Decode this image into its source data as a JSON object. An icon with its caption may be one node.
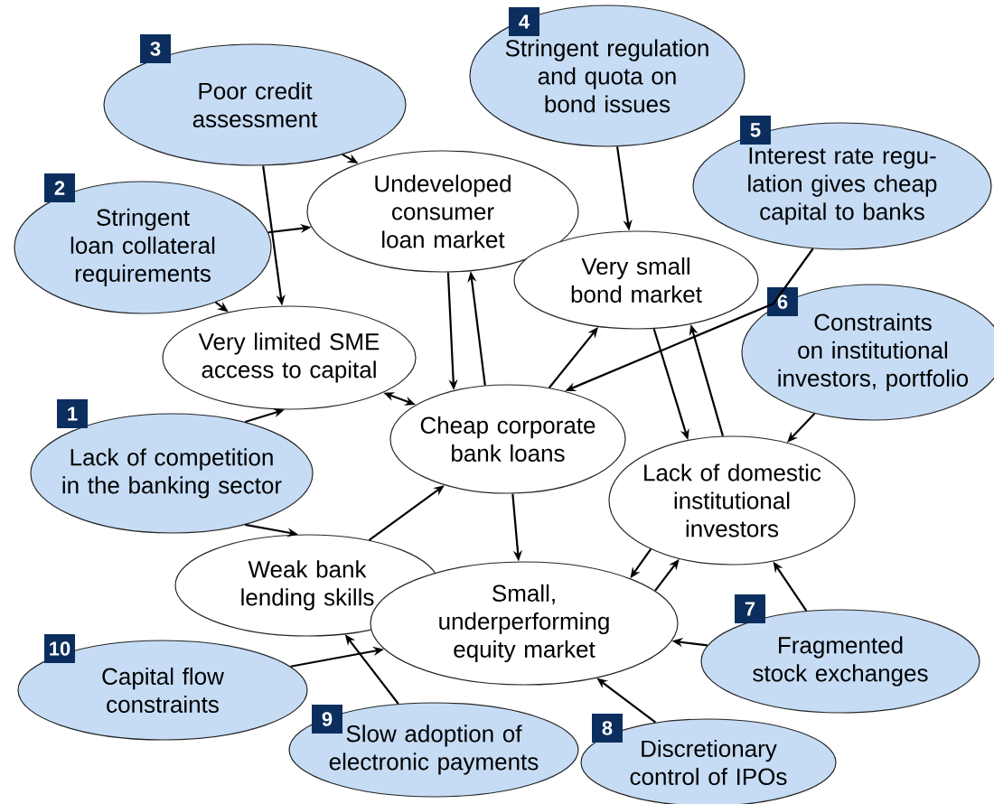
{
  "diagram": {
    "nodes": [
      {
        "text": [
          "3",
          "Poor credit assessment"
        ]
      },
      {
        "text": [
          "4",
          "Stringent regulation and quota on bond issues"
        ]
      },
      {
        "text": [
          "5",
          "Interest rate regu- lation gives cheap capital to banks"
        ]
      },
      {
        "text": [
          "2",
          "Stringent loan collateral requirements"
        ]
      },
      {
        "text": [
          "Undeveloped consumer loan market"
        ]
      },
      {
        "text": [
          "Very small bond market"
        ]
      },
      {
        "text": [
          "6",
          "Constraints on institutional investors, portfolio"
        ]
      },
      {
        "text": [
          "Very limited SME access to capital"
        ]
      },
      {
        "text": [
          "1",
          "Lack of competition in the banking sector"
        ]
      },
      {
        "text": [
          "Cheap corporate bank loans"
        ]
      },
      {
        "text": [
          "Lack of domestic institutional investors"
        ]
      },
      {
        "text": [
          "Weak bank lending skills"
        ]
      },
      {
        "text": [
          "Small, underperforming equity market"
        ]
      },
      {
        "text": [
          "10",
          "Capital flow constraints"
        ]
      },
      {
        "text": [
          "7",
          "Fragmented stock exchanges"
        ]
      },
      {
        "text": [
          "9",
          "Slow adoption of electronic payments"
        ]
      },
      {
        "text": [
          "8",
          "Discretionary control of IPOs"
        ]
      }
    ],
    "edges": [
      {
        "from": 0,
        "to": 4,
        "arrow": "to"
      },
      {
        "from": 0,
        "to": 7,
        "arrow": "to"
      },
      {
        "from": 3,
        "to": 4,
        "arrow": "to"
      },
      {
        "from": 3,
        "to": 7,
        "arrow": "to"
      },
      {
        "from": 4,
        "to": 9,
        "arrow": "to"
      },
      {
        "from": 9,
        "to": 4,
        "arrow": "to"
      },
      {
        "from": 7,
        "to": 9,
        "arrow": "both"
      },
      {
        "from": 9,
        "to": 5,
        "arrow": "to"
      },
      {
        "from": 1,
        "to": 5,
        "arrow": "to"
      },
      {
        "from": 2,
        "to": 9,
        "arrow": "to"
      },
      {
        "from": 5,
        "to": 10,
        "arrow": "to"
      },
      {
        "from": 10,
        "to": 5,
        "arrow": "to"
      },
      {
        "from": 6,
        "to": 10,
        "arrow": "to"
      },
      {
        "from": 8,
        "to": 7,
        "arrow": "to"
      },
      {
        "from": 8,
        "to": 11,
        "arrow": "to"
      },
      {
        "from": 11,
        "to": 9,
        "arrow": "to"
      },
      {
        "from": 9,
        "to": 12,
        "arrow": "to"
      },
      {
        "from": 10,
        "to": 12,
        "arrow": "to"
      },
      {
        "from": 12,
        "to": 10,
        "arrow": "to"
      },
      {
        "from": 14,
        "to": 10,
        "arrow": "to"
      },
      {
        "from": 14,
        "to": 12,
        "arrow": "to"
      },
      {
        "from": 16,
        "to": 12,
        "arrow": "to"
      },
      {
        "from": 15,
        "to": 11,
        "arrow": "to"
      },
      {
        "from": 13,
        "to": 12,
        "arrow": "to"
      }
    ]
  }
}
